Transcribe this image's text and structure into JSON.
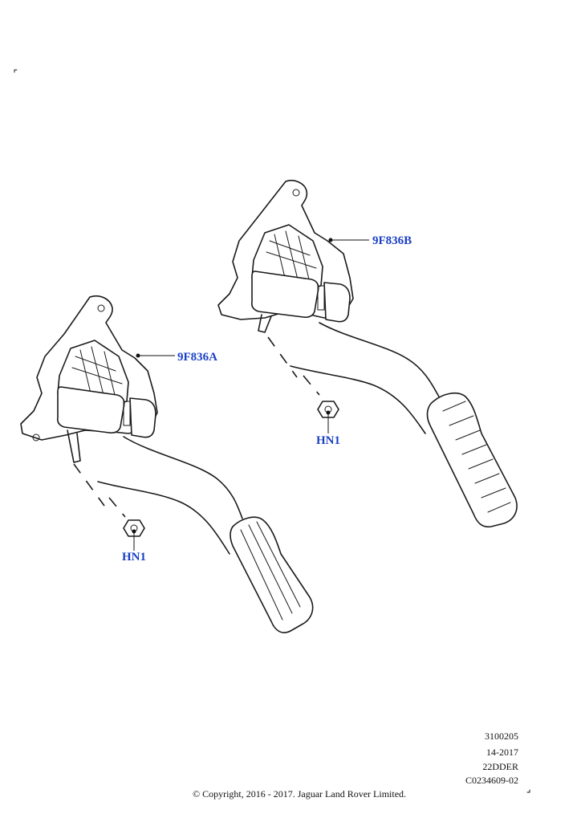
{
  "callouts": {
    "pedal_b": "9F836B",
    "pedal_a": "9F836A",
    "nut_b": "HN1",
    "nut_a": "HN1"
  },
  "footer": {
    "ref_number": "3100205",
    "date_code": "14-2017",
    "model_code": "22DDER",
    "drawing_id": "C0234609-02",
    "copyright": "© Copyright, 2016 - 2017. Jaguar Land Rover Limited."
  },
  "colors": {
    "callout_text": "#1a3fc4",
    "line_art": "#1a1a1a"
  }
}
